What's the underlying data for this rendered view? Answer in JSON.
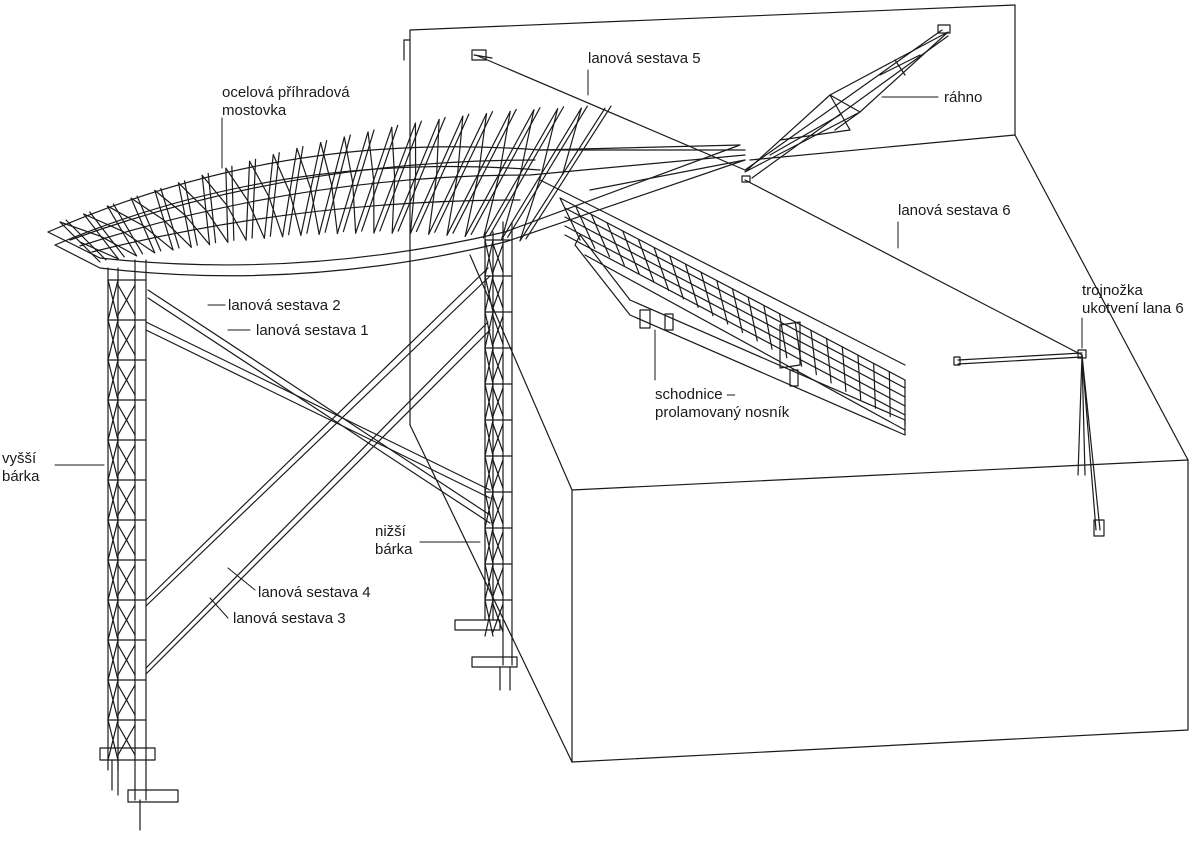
{
  "labels": {
    "mostovka": [
      "ocelová příhradová",
      "mostovka"
    ],
    "sestava5": [
      "lanová sestava 5"
    ],
    "rahno": [
      "ráhno"
    ],
    "sestava6": [
      "lanová sestava 6"
    ],
    "trojnozka": [
      "trojnožka",
      "ukotvení lana 6"
    ],
    "sestava2": [
      "lanová sestava 2"
    ],
    "sestava1": [
      "lanová sestava 1"
    ],
    "schodnice": [
      "schodnice –",
      "prolamovaný nosník"
    ],
    "vyssi": [
      "vyšší",
      "bárka"
    ],
    "nizsi": [
      "nižší",
      "bárka"
    ],
    "sestava4": [
      "lanová sestava 4"
    ],
    "sestava3": [
      "lanová sestava 3"
    ]
  },
  "colors": {
    "ink": "#1a1a1a",
    "background": "#ffffff"
  }
}
